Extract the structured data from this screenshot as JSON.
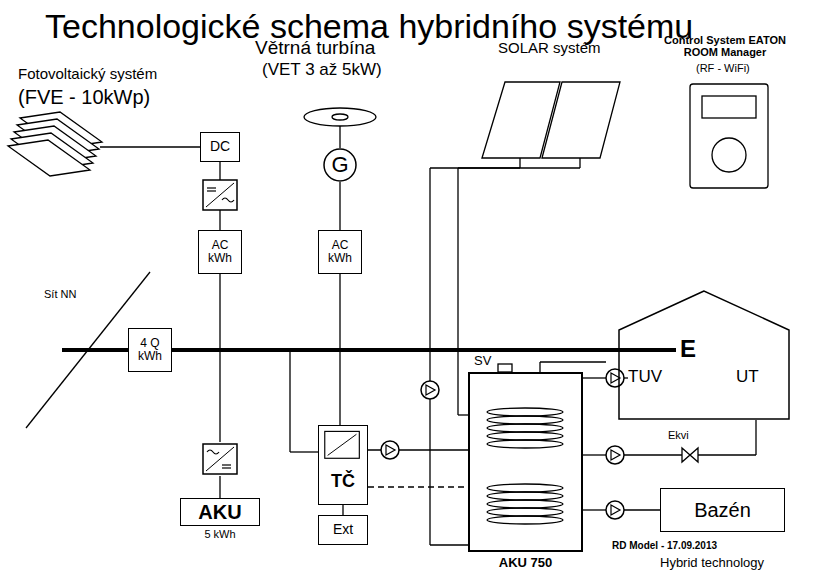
{
  "diagram": {
    "title": "Technologické schema hybridního systému",
    "nodes": [
      {
        "text": [
          "DC"
        ]
      },
      {
        "text": [
          "G"
        ]
      },
      {
        "text": [
          "AC kWh"
        ]
      },
      {
        "text": [
          "AC kWh"
        ]
      },
      {
        "text": [
          "4 Q kWh"
        ]
      },
      {
        "text": [
          "E",
          "TUV",
          "UT"
        ]
      },
      {
        "text": [
          "AKU 750"
        ]
      },
      {
        "text": [
          "TČ"
        ]
      },
      {
        "text": [
          "Bazén"
        ]
      },
      {
        "text": [
          "AKU",
          "5 kWh"
        ]
      },
      {
        "text": [
          "Ext"
        ]
      }
    ],
    "edges": [
      {
        "from": 1,
        "to": 3,
        "arrow": "none"
      },
      {
        "from": 7,
        "to": 10,
        "arrow": "none"
      }
    ],
    "labels": [
      "Fotovoltaický systém",
      "(FVE - 10kWp)",
      "Větrná turbína",
      "(VET 3 až 5kW)",
      "SOLAR systém",
      "Control System EATON ROOM Manager",
      "(RF - WiFi)",
      "Sít NN",
      "SV",
      "Ekvi",
      "RD Model - 17.09.2013",
      "Hybrid technology"
    ]
  }
}
